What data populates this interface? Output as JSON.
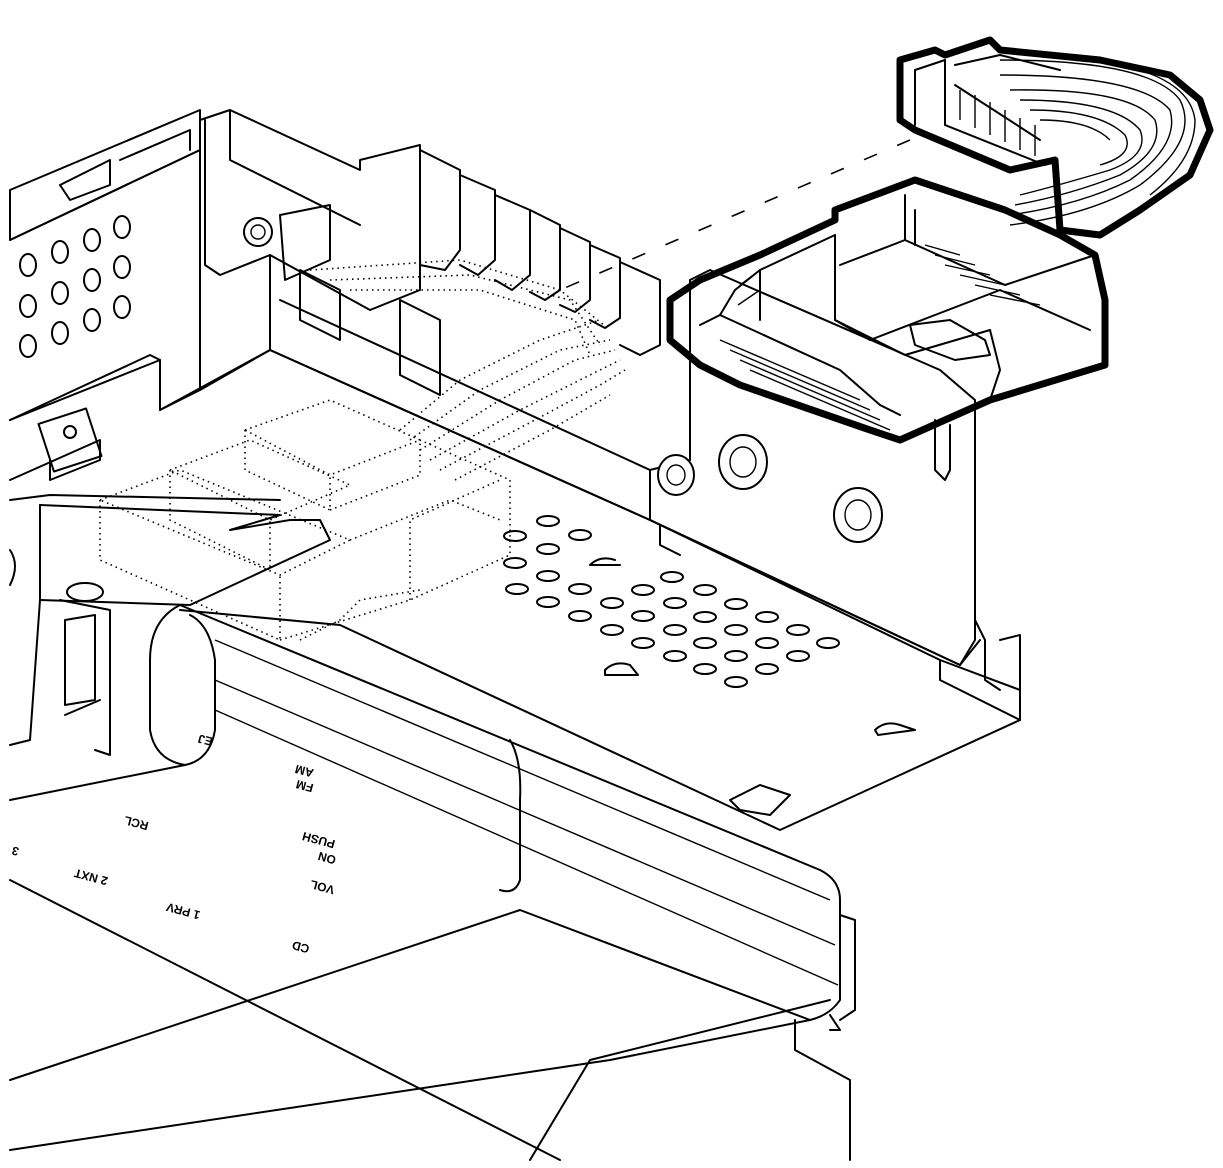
{
  "faceplate": {
    "eject": "EJ",
    "am": "AM",
    "fm": "FM",
    "rcl": "RCL",
    "push": "PUSH",
    "on": "ON",
    "vol": "VOL",
    "preset_2": "2 NXT",
    "preset_1": "1 PRV",
    "preset_3": "3",
    "cd": "CD"
  }
}
